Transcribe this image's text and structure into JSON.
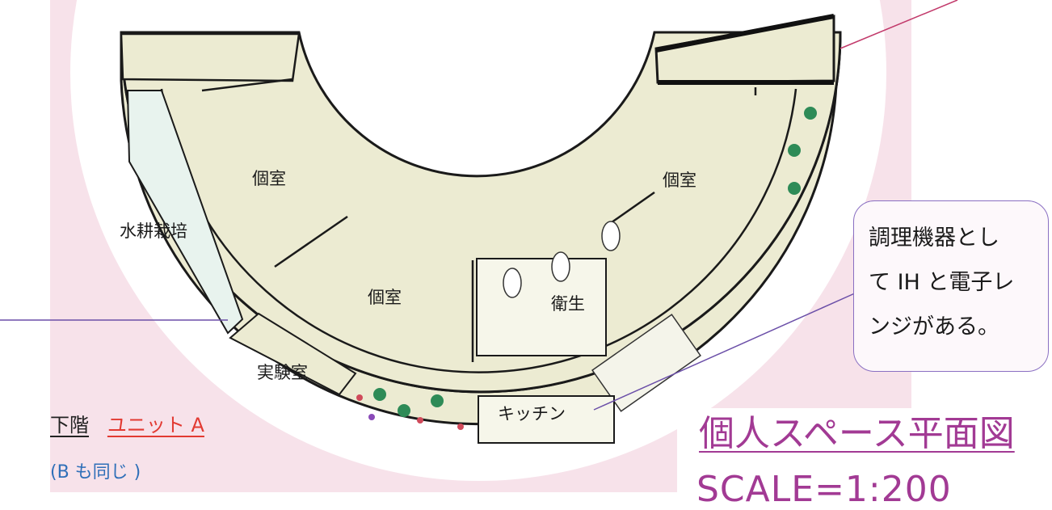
{
  "labels": {
    "room_kojin_left": "個室",
    "room_kojin_right": "個室",
    "room_kojin_center": "個室",
    "hydroponics": "水耕栽培",
    "sanitary": "衛生",
    "lab": "実験室",
    "kitchen": "キッチン"
  },
  "callout": {
    "line1": "調理機器とし",
    "line2": "て IH と電子レ",
    "line3": "ンジがある。"
  },
  "floor_label": {
    "floor": "下階",
    "unit": "ユニット A",
    "note": "(B も同じ )"
  },
  "title": "個人スペース平面図",
  "scale": "SCALE=1:200",
  "colors": {
    "background_pink": "#f7e2ea",
    "floor_fill": "#ecebd2",
    "title_purple": "#a23a94",
    "unit_red": "#e23a32",
    "note_blue": "#2f6fb8"
  }
}
